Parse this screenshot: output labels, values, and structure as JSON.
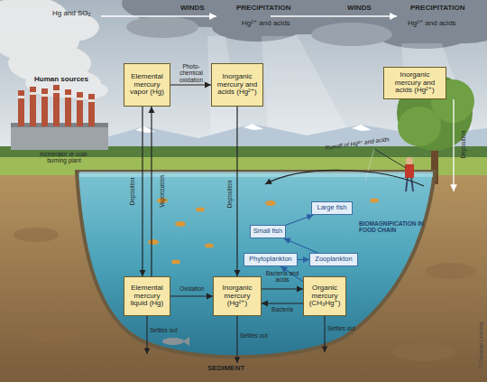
{
  "diagram": {
    "nodes": [
      {
        "text": [
          "Elemental mercury vapor (Hg)"
        ]
      },
      {
        "text": [
          "Inorganic mercury and acids (Hg²⁺)"
        ]
      },
      {
        "text": [
          "Inorganic mercury and acids (Hg²⁺)"
        ]
      },
      {
        "text": [
          "Large fish"
        ]
      },
      {
        "text": [
          "Small fish"
        ]
      },
      {
        "text": [
          "Phytoplankton"
        ]
      },
      {
        "text": [
          "Zooplankton"
        ]
      },
      {
        "text": [
          "Elemental mercury liquid (Hg)"
        ]
      },
      {
        "text": [
          "Inorganic mercury (Hg²⁺)"
        ]
      },
      {
        "text": [
          "Organic mercury (CH₃Hg⁺)"
        ]
      }
    ],
    "edges": [
      {
        "from": 0,
        "to": 1,
        "label": "Photo-chemical oxidation",
        "arrow": "to"
      },
      {
        "from": 0,
        "to": 7,
        "label": "Deposition",
        "arrow": "to"
      },
      {
        "from": 7,
        "to": 0,
        "label": "Vaporization",
        "arrow": "to"
      },
      {
        "from": 1,
        "to": 8,
        "label": "Deposition",
        "arrow": "to"
      },
      {
        "from": 7,
        "to": 8,
        "label": "Oxidation",
        "arrow": "to"
      },
      {
        "from": 8,
        "to": 9,
        "label": "Bacteria and acids",
        "arrow": "to"
      },
      {
        "from": 9,
        "to": 8,
        "label": "Bacteria",
        "arrow": "to"
      },
      {
        "from": 9,
        "to": 5,
        "arrow": "to"
      },
      {
        "from": 5,
        "to": 6,
        "arrow": "to"
      },
      {
        "from": 6,
        "to": 4,
        "arrow": "to"
      },
      {
        "from": 4,
        "to": 3,
        "arrow": "to"
      }
    ],
    "labels": [
      "Hg and SO₂",
      "WINDS",
      "PRECIPITATION",
      "WINDS",
      "PRECIPITATION",
      "Hg²⁺ and acids",
      "Hg²⁺ and acids",
      "Human sources",
      "Incinerator or coal-burning plant",
      "Deposition",
      "Runoff of Hg²⁺ and acids",
      "BIOMAGNIFICATION IN FOOD CHAIN",
      "Settles out",
      "Settles out",
      "Settles out",
      "SEDIMENT",
      "© Cengage Learning"
    ]
  }
}
